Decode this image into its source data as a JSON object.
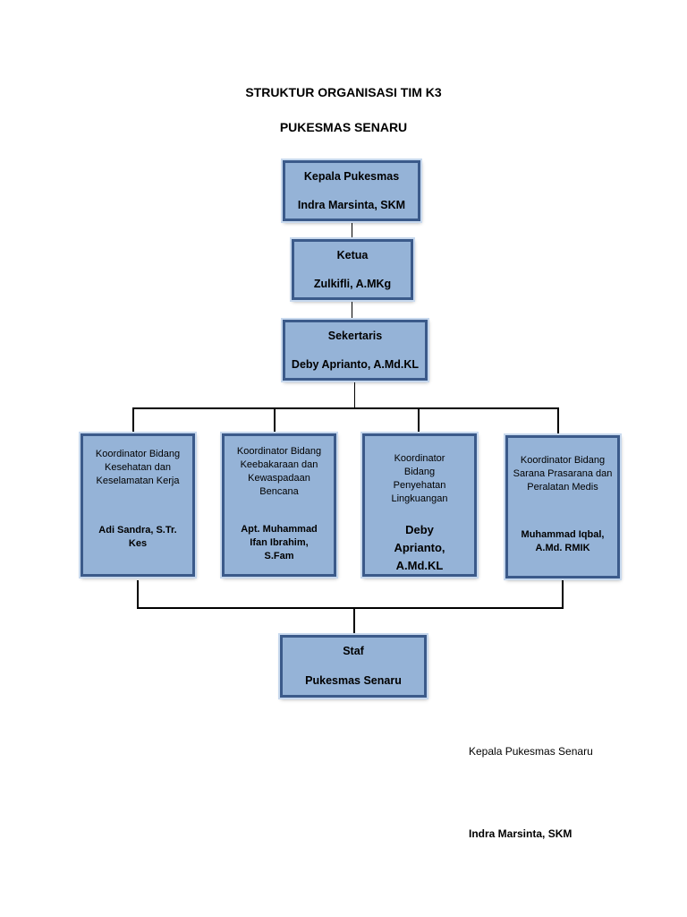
{
  "header": {
    "title": "STRUKTUR ORGANISASI TIM K3",
    "subtitle": "PUKESMAS SENARU"
  },
  "chart": {
    "head": {
      "role": "Kepala Pukesmas",
      "name": "Indra Marsinta, SKM"
    },
    "chair": {
      "role": "Ketua",
      "name": "Zulkifli, A.MKg"
    },
    "secretary": {
      "role": "Sekertaris",
      "name": "Deby Aprianto, A.Md.KL"
    },
    "coordinators": [
      {
        "role": "Koordinator Bidang Kesehatan dan Keselamatan Kerja",
        "name": "Adi Sandra, S.Tr. Kes"
      },
      {
        "role": "Koordinator Bidang Keebakaraan dan Kewaspadaan Bencana",
        "name": "Apt. Muhammad Ifan Ibrahim, S.Fam"
      },
      {
        "role": "Koordinator Bidang Penyehatan Lingkuangan",
        "name": "Deby Aprianto, A.Md.KL"
      },
      {
        "role": "Koordinator Bidang Sarana Prasarana dan Peralatan Medis",
        "name": "Muhammad Iqbal, A.Md. RMIK"
      }
    ],
    "staff": {
      "role": "Staf",
      "name": "Pukesmas Senaru"
    }
  },
  "signature": {
    "title": "Kepala Pukesmas Senaru",
    "name": "Indra Marsinta, SKM"
  },
  "colors": {
    "box_fill": "#95b3d7",
    "box_border": "#3b5a8a",
    "connector": "#000000"
  }
}
